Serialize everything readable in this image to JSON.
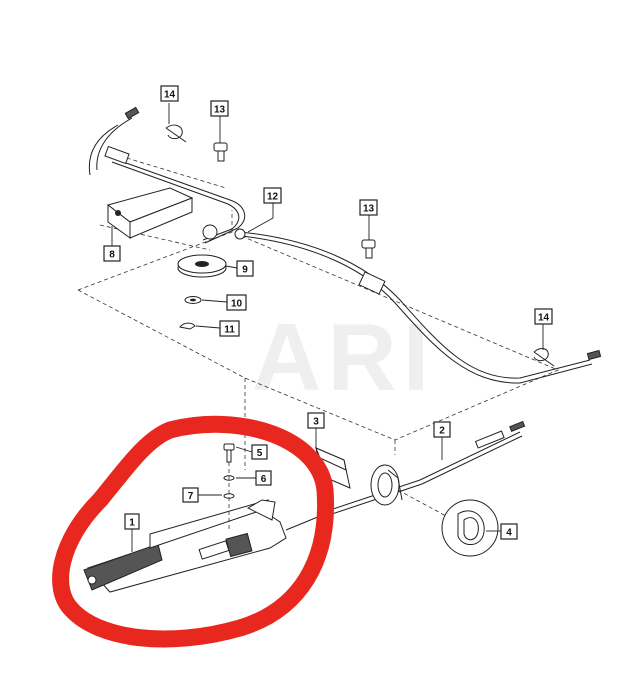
{
  "watermark": "ARI",
  "highlight_color": "#e8281e",
  "parts": [
    {
      "id": "p14a",
      "number": "14"
    },
    {
      "id": "p13a",
      "number": "13"
    },
    {
      "id": "p12",
      "number": "12"
    },
    {
      "id": "p13b",
      "number": "13"
    },
    {
      "id": "p8",
      "number": "8"
    },
    {
      "id": "p9",
      "number": "9"
    },
    {
      "id": "p10",
      "number": "10"
    },
    {
      "id": "p11",
      "number": "11"
    },
    {
      "id": "p14b",
      "number": "14"
    },
    {
      "id": "p3",
      "number": "3"
    },
    {
      "id": "p2",
      "number": "2"
    },
    {
      "id": "p5",
      "number": "5"
    },
    {
      "id": "p6",
      "number": "6"
    },
    {
      "id": "p7",
      "number": "7"
    },
    {
      "id": "p1",
      "number": "1"
    },
    {
      "id": "p4",
      "number": "4"
    }
  ]
}
